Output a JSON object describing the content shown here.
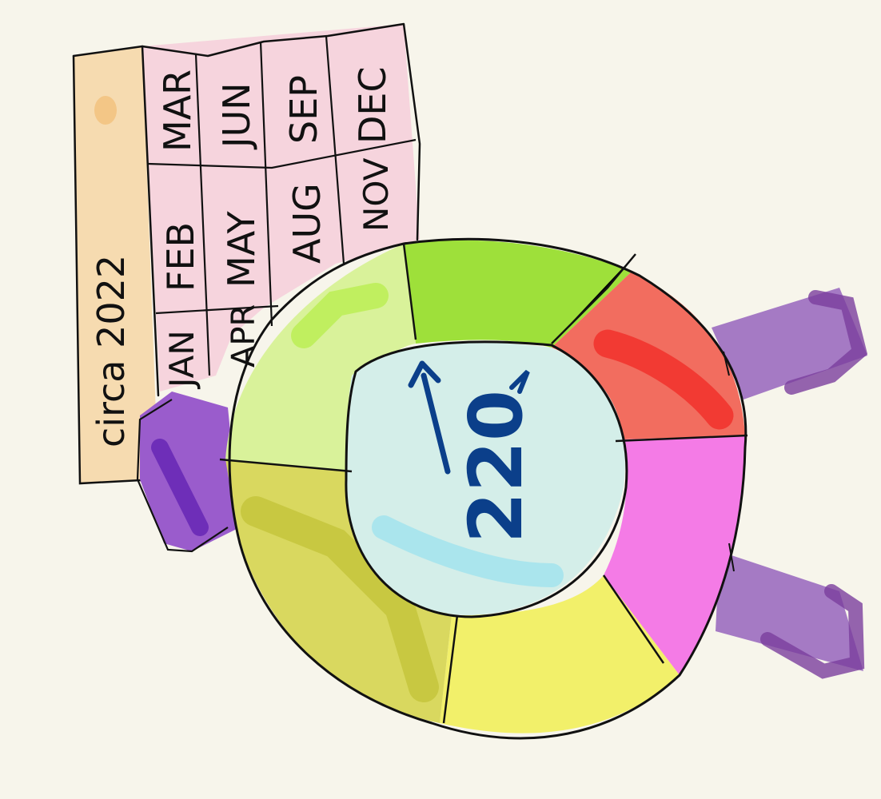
{
  "calendar": {
    "header": "circa 2022",
    "months": [
      [
        "JAN",
        "FEB",
        "MAR"
      ],
      [
        "APR",
        "MAY",
        "JUN"
      ],
      [
        "",
        "AUG",
        "SEP"
      ],
      [
        "",
        "NOV",
        "DEC"
      ]
    ]
  },
  "dial": {
    "value": "220",
    "segment_colors": [
      "#9ee03a",
      "#f26d5f",
      "#f47be6",
      "#f2f06a",
      "#d9d85f",
      "#d9f29a"
    ],
    "center_color": "#d4eee9",
    "feet_color": "#9a6cbf",
    "value_color": "#0b3f8a"
  }
}
